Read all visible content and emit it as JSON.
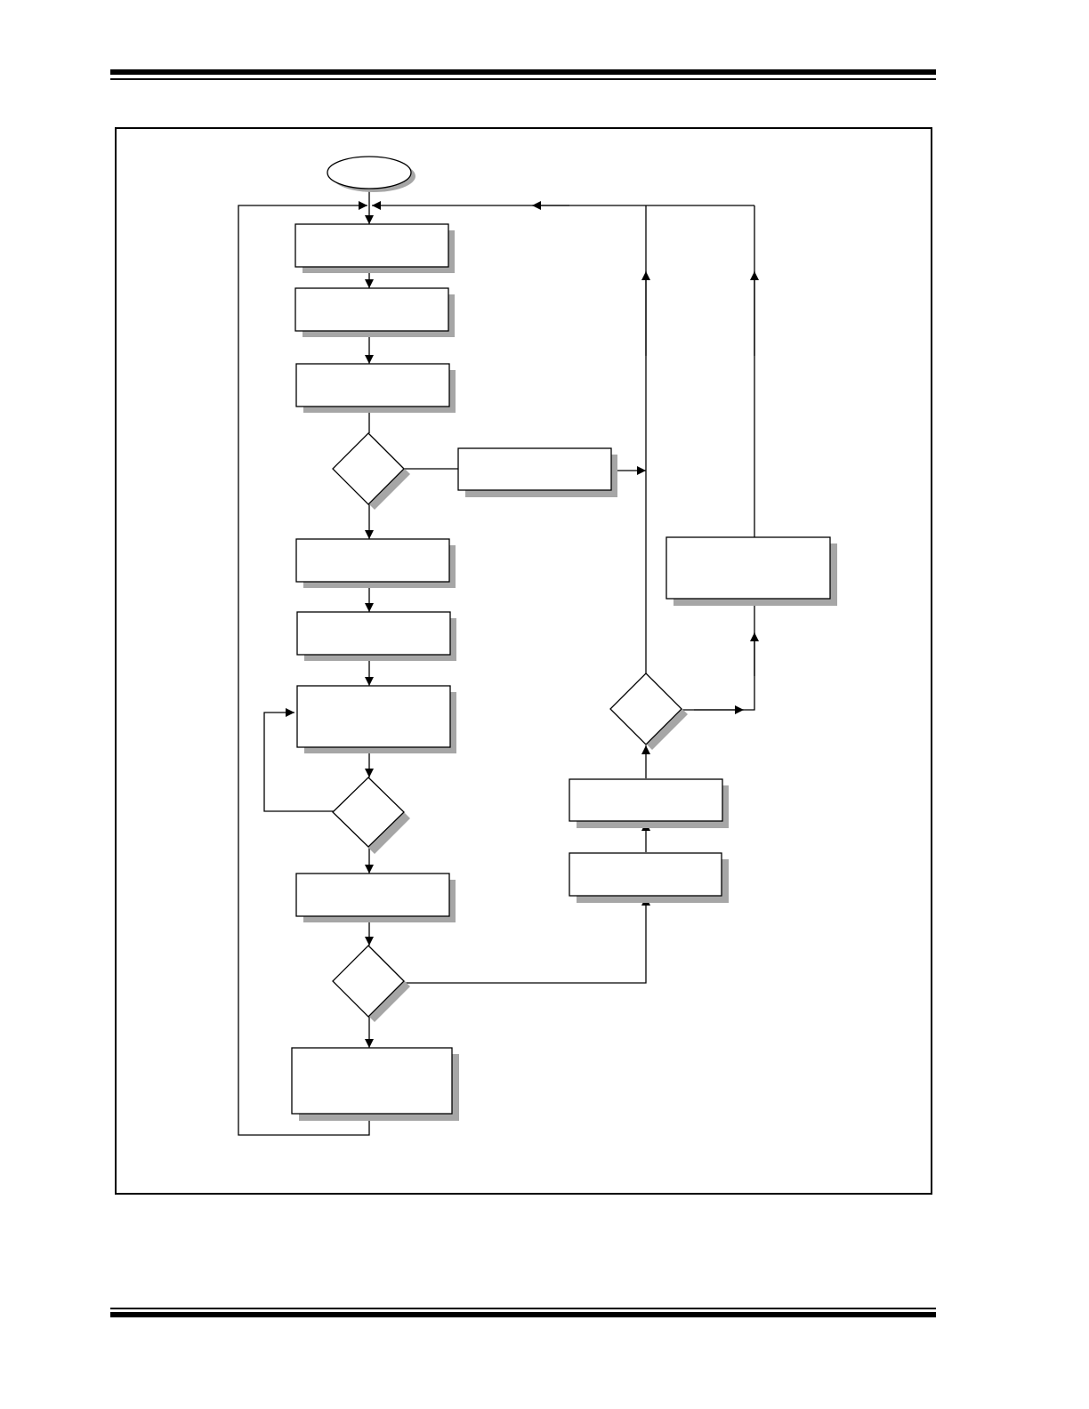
{
  "colors": {
    "stroke": "#000000",
    "shadow": "#a6a6a6",
    "fill": "#ffffff"
  },
  "nodes": [
    {
      "id": "start",
      "shape": "terminator",
      "text": ""
    },
    {
      "id": "box1",
      "shape": "process",
      "text": ""
    },
    {
      "id": "box2",
      "shape": "process",
      "text": ""
    },
    {
      "id": "box3",
      "shape": "process",
      "text": ""
    },
    {
      "id": "decision1",
      "shape": "decision",
      "text": ""
    },
    {
      "id": "side-box",
      "shape": "process",
      "text": ""
    },
    {
      "id": "box4",
      "shape": "process",
      "text": ""
    },
    {
      "id": "box5",
      "shape": "process",
      "text": ""
    },
    {
      "id": "box6",
      "shape": "process",
      "text": ""
    },
    {
      "id": "decision2",
      "shape": "decision",
      "text": ""
    },
    {
      "id": "box7",
      "shape": "process",
      "text": ""
    },
    {
      "id": "decision3",
      "shape": "decision",
      "text": ""
    },
    {
      "id": "box8",
      "shape": "process",
      "text": ""
    },
    {
      "id": "right-box1",
      "shape": "process",
      "text": ""
    },
    {
      "id": "right-box2",
      "shape": "process",
      "text": ""
    },
    {
      "id": "decision4",
      "shape": "decision",
      "text": ""
    },
    {
      "id": "far-right-box",
      "shape": "process",
      "text": ""
    }
  ]
}
